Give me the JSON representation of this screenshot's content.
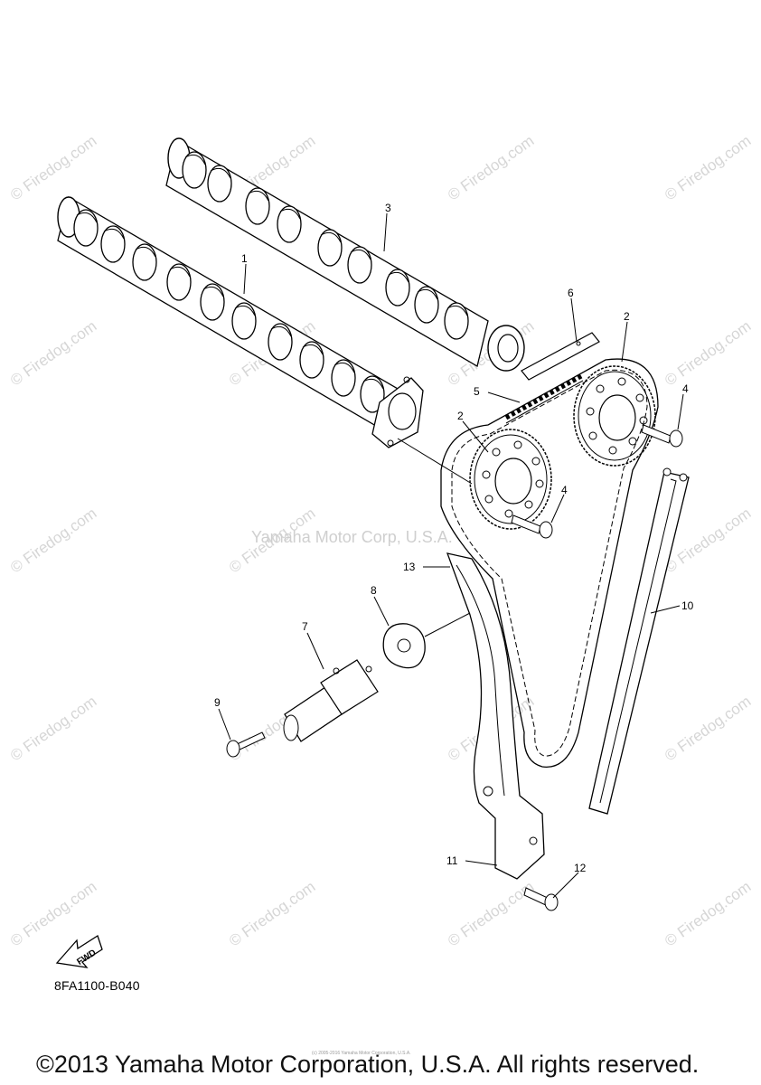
{
  "watermarks": {
    "site": "© Firedog.com",
    "center": "Yamaha Motor Corp, U.S.A."
  },
  "callouts": {
    "c1": "1",
    "c2a": "2",
    "c2b": "2",
    "c3": "3",
    "c4a": "4",
    "c4b": "4",
    "c5": "5",
    "c6": "6",
    "c7": "7",
    "c8": "8",
    "c9": "9",
    "c10": "10",
    "c11": "11",
    "c12": "12",
    "c13": "13"
  },
  "fwd_label": "FWD",
  "part_code": "8FA1100-B040",
  "fine_print": "(c) 2005-2016 Yamaha Motor Corporation, U.S.A.",
  "copyright": "©2013 Yamaha Motor Corporation, U.S.A. All rights reserved."
}
